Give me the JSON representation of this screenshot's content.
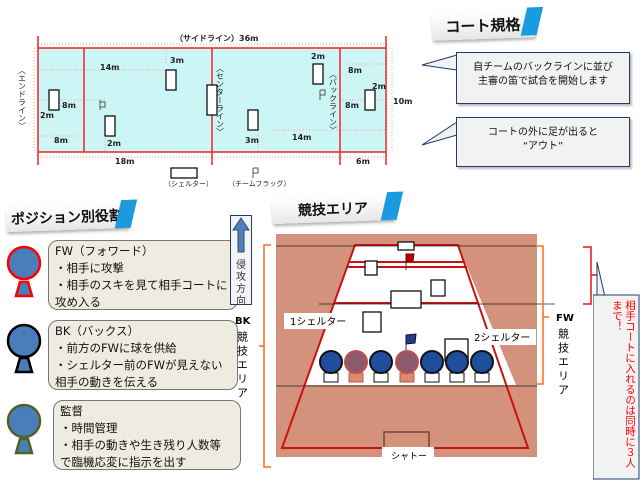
{
  "court_spec": {
    "title": "コート規格",
    "dimensions": {
      "side_line": "（サイドライン）36m",
      "end_line": "〈エンドライン〉",
      "center_line": "〈センターライン〉",
      "back_line": "〈バックライン〉",
      "width": "10m",
      "m18": "18m",
      "m6": "6m",
      "m14a": "14m",
      "m14b": "14m",
      "m3a": "3m",
      "m3b": "3m",
      "m8a": "8m",
      "m8b": "8m",
      "m8c": "8m",
      "m8d": "8m",
      "m2a": "2m",
      "m2b": "2m",
      "m2c": "2m",
      "m2d": "2m"
    },
    "legend": {
      "shelter": "（シェルター）",
      "team_flag": "（チームフラッグ）"
    },
    "callout1": {
      "line1": "自チームのバックラインに並び",
      "line2": "主審の笛で試合を開始します"
    },
    "callout2": {
      "line1": "コートの外に足が出ると",
      "line2": "“アウト”"
    }
  },
  "positions": {
    "title": "ポジション別役割",
    "roles": [
      {
        "text": "FW（フォワード）\n・相手に攻撃\n・相手のスキを見て相手コートに\n攻め入る",
        "color": "#ff0000"
      },
      {
        "text": "BK（バックス）\n・前方のFWに球を供給\n・シェルター前のFWが見えない\n相手の動きを伝える",
        "color": "#000000"
      },
      {
        "text": "監督\n・時間管理\n・相手の動きや生き残り人数等\nで臨機応変に指示を出す",
        "color": "#4f6228"
      }
    ]
  },
  "area": {
    "title": "競技エリア",
    "attack_direction": "侵攻方向",
    "bk_label": "BK",
    "bk_area": "競技エリア",
    "fw_label": "FW",
    "fw_area": "競技エリア",
    "shelter1": "1シェルター",
    "shelter2": "2シェルター",
    "shuttle": "シャトー",
    "note": "相手コートに入れるのは同時に３人まで！"
  }
}
